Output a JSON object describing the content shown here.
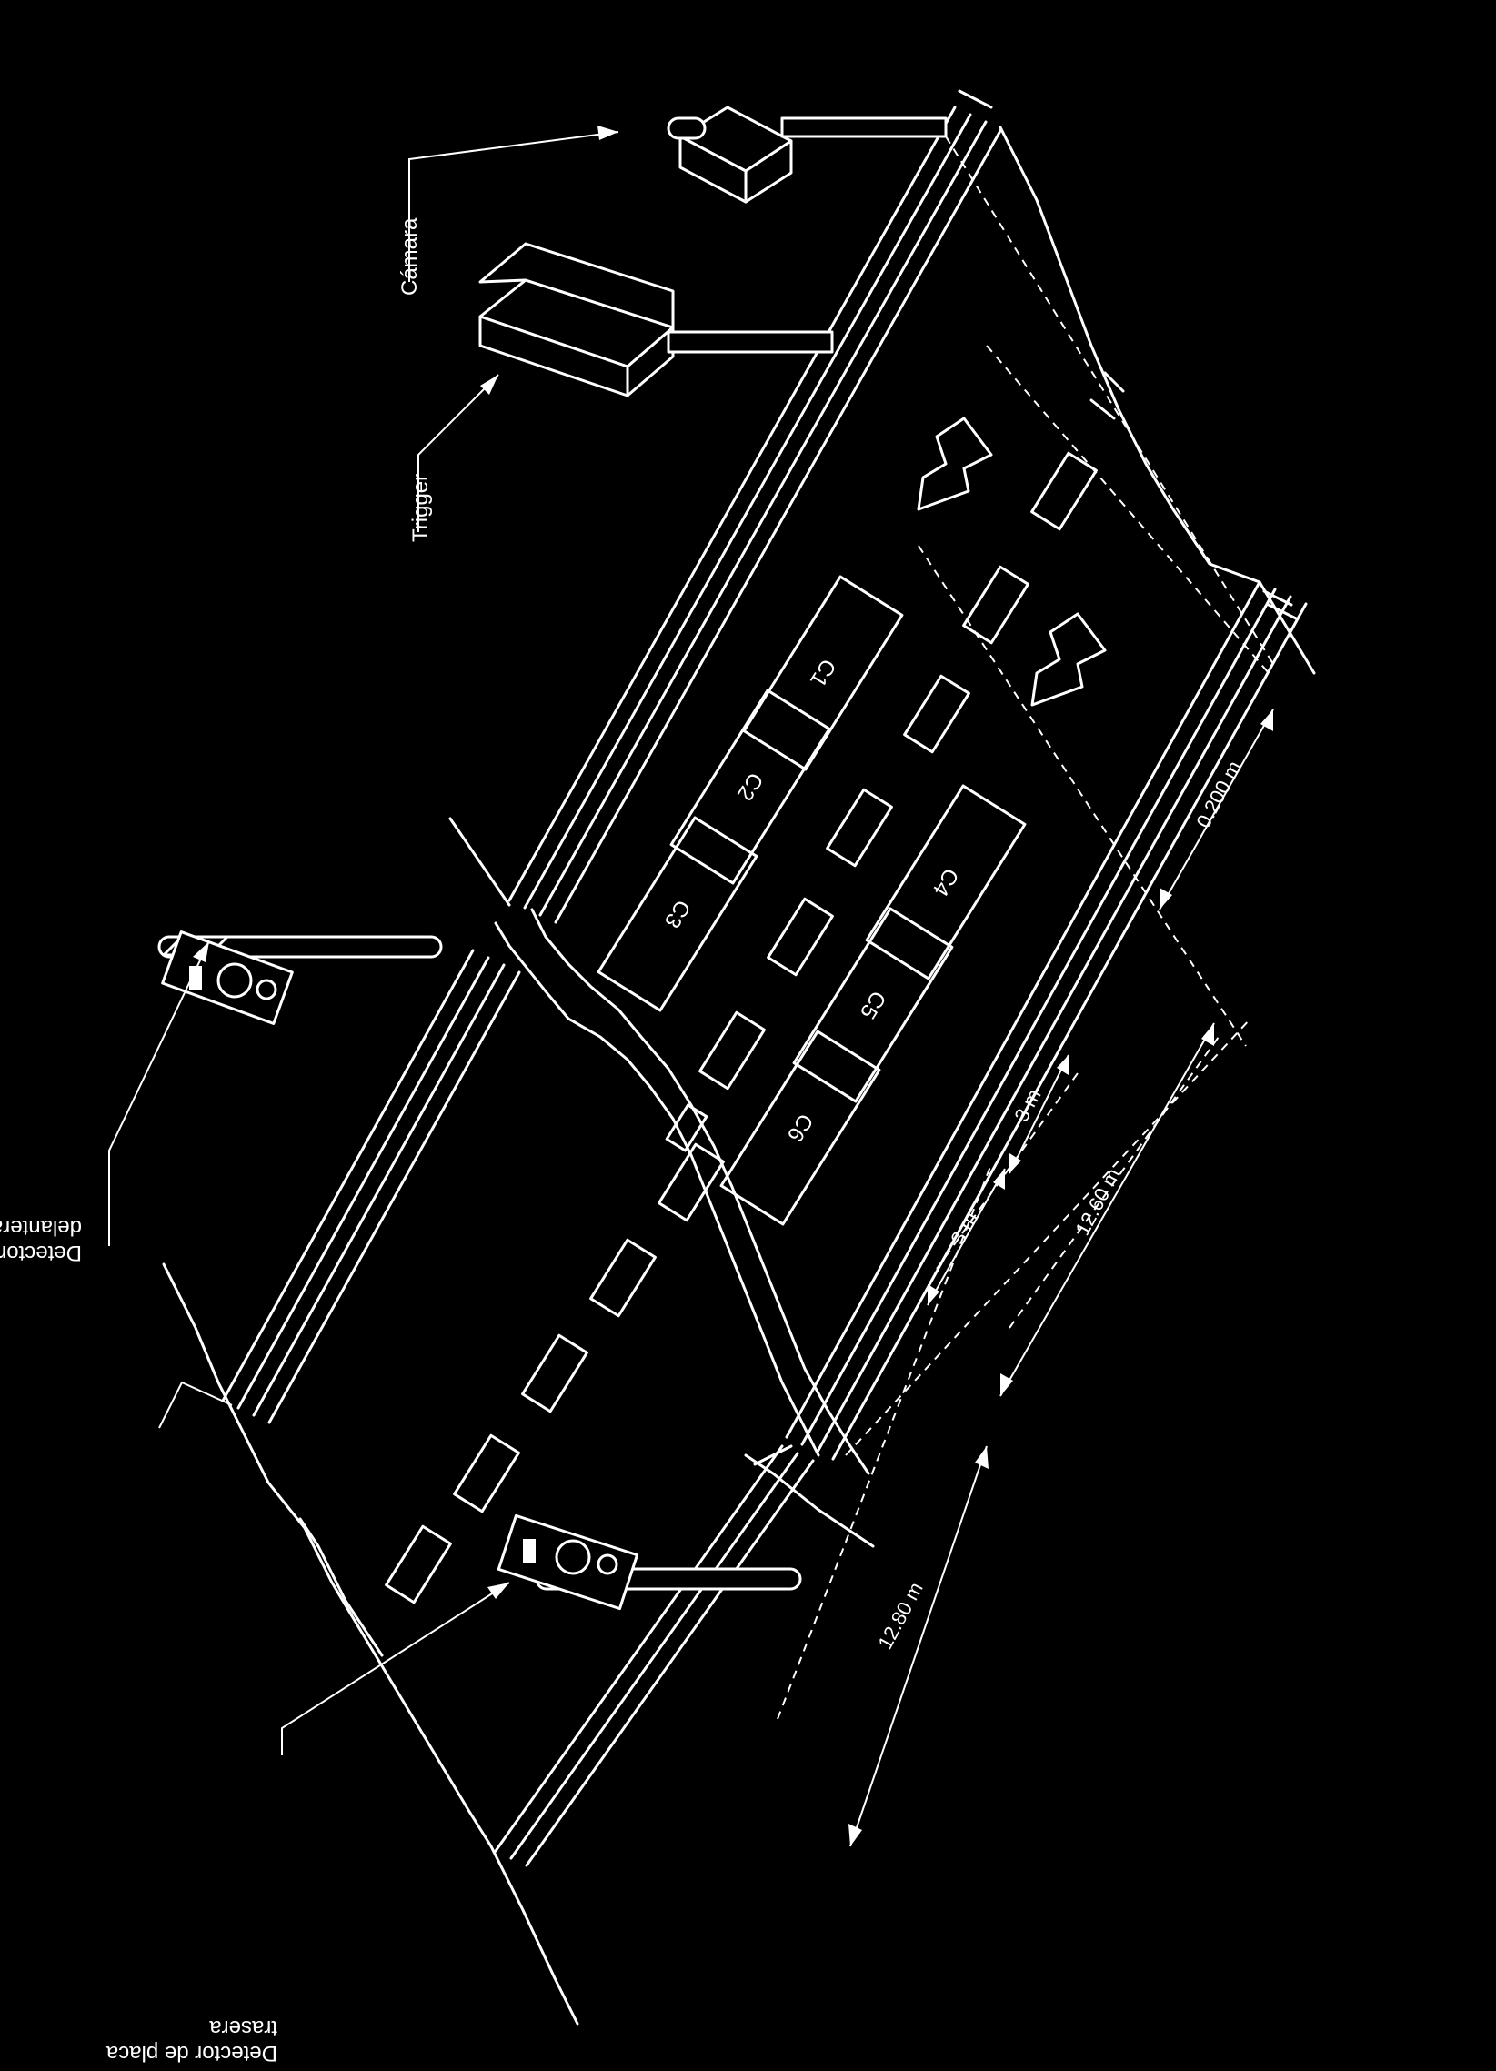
{
  "labels": {
    "detector_ahead": "Detector de placa\ndelantera",
    "detector_behind": "Detector de placa\ntrasera",
    "trigger": "Trigger",
    "camera": "Cámara"
  },
  "cameras": [
    "C1",
    "C2",
    "C3",
    "C4",
    "C5",
    "C6"
  ],
  "dimensions": {
    "lane_length_a": "12.80 m",
    "lane_length_b": "12.60 m",
    "seg_1": "3 m",
    "seg_2": "3 m",
    "top_offset": "0.200 m"
  },
  "colors": {
    "background": "#000000",
    "line": "#ffffff"
  }
}
